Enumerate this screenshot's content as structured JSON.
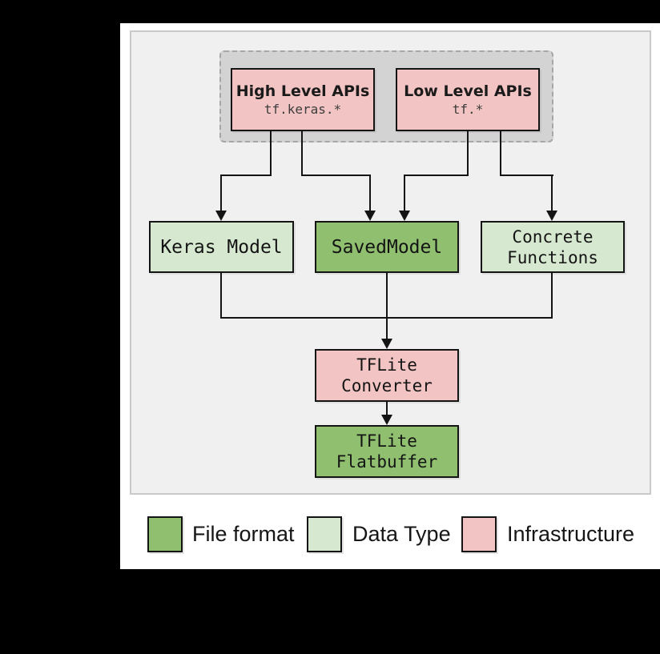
{
  "diagram": {
    "api_group": {
      "high_level": {
        "title": "High Level APIs",
        "code": "tf.keras.*"
      },
      "low_level": {
        "title": "Low Level APIs",
        "code": "tf.*"
      }
    },
    "nodes": {
      "keras_model": {
        "label": "Keras Model"
      },
      "saved_model": {
        "label": "SavedModel"
      },
      "concrete_functions": {
        "line1": "Concrete",
        "line2": "Functions"
      },
      "tflite_converter": {
        "line1": "TFLite",
        "line2": "Converter"
      },
      "tflite_flatbuffer": {
        "line1": "TFLite",
        "line2": "Flatbuffer"
      }
    },
    "legend": {
      "file_format": {
        "label": "File format"
      },
      "data_type": {
        "label": "Data Type"
      },
      "infrastructure": {
        "label": "Infrastructure"
      }
    },
    "colors": {
      "file_format": "#8fbf6f",
      "data_type": "#d7e8d1",
      "infrastructure": "#f2c5c4",
      "group_fill": "#d3d3d3",
      "panel_fill": "#f0f0f1",
      "line": "#141414"
    }
  }
}
